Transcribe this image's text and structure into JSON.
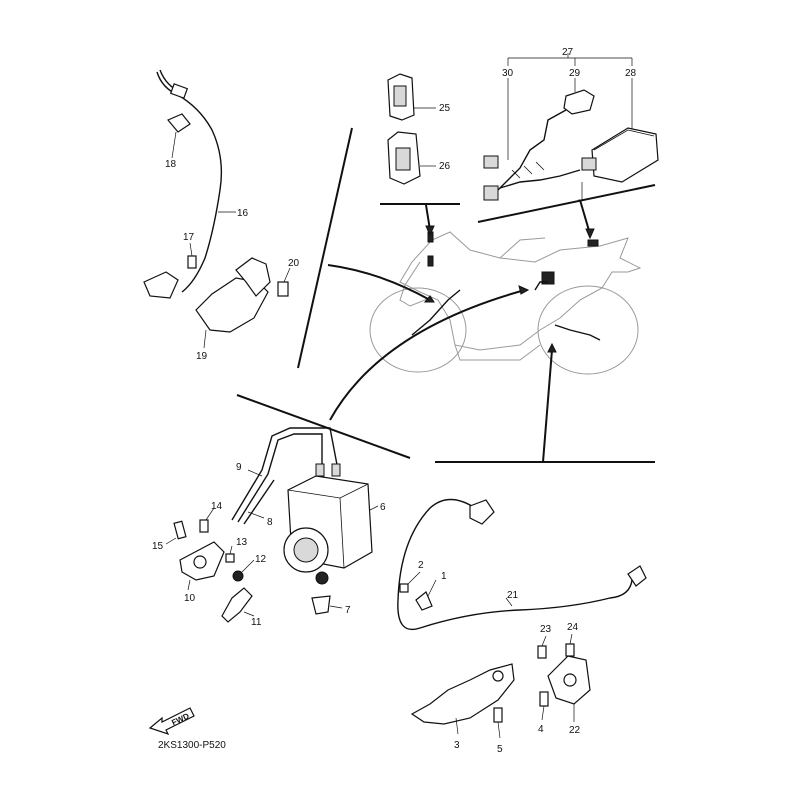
{
  "diagram": {
    "drawing_code": "2KS1300-P520",
    "direction_label": "FWD",
    "callouts": {
      "c1": "1",
      "c2": "2",
      "c3": "3",
      "c4": "4",
      "c5": "5",
      "c6": "6",
      "c7": "7",
      "c8": "8",
      "c9": "9",
      "c10": "10",
      "c11": "11",
      "c12": "12",
      "c13": "13",
      "c14": "14",
      "c15": "15",
      "c16": "16",
      "c17": "17",
      "c18": "18",
      "c19": "19",
      "c20": "20",
      "c21": "21",
      "c22": "22",
      "c23": "23",
      "c24": "24",
      "c25": "25",
      "c26": "26",
      "c27": "27",
      "c28": "28",
      "c29": "29",
      "c30": "30"
    }
  }
}
